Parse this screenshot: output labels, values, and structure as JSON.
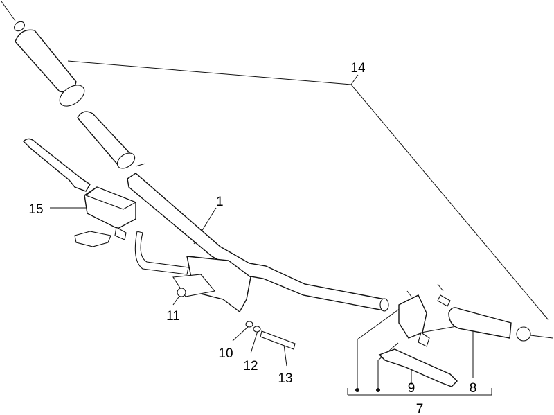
{
  "diagram": {
    "callouts": [
      {
        "id": "1",
        "text": "1"
      },
      {
        "id": "7",
        "text": "7"
      },
      {
        "id": "8",
        "text": "8"
      },
      {
        "id": "9",
        "text": "9"
      },
      {
        "id": "10",
        "text": "10"
      },
      {
        "id": "11",
        "text": "11"
      },
      {
        "id": "12",
        "text": "12"
      },
      {
        "id": "13",
        "text": "13"
      },
      {
        "id": "14",
        "text": "14"
      },
      {
        "id": "15",
        "text": "15"
      }
    ]
  }
}
